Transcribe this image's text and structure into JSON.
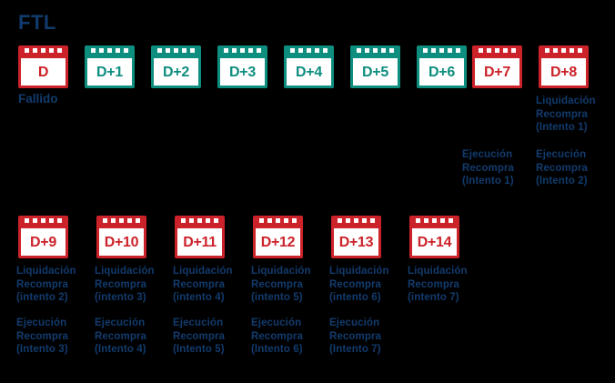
{
  "diagram": {
    "title": "FTL",
    "background_color": "#000000",
    "colors": {
      "fail_red": "#CC2229",
      "ok_teal": "#0E8E7F",
      "label_navy": "#123B6D",
      "chip_fill": "#FFFFFF"
    },
    "status_label": "Fallido",
    "rows": [
      {
        "name": "row-1",
        "days": [
          {
            "day": "D",
            "state": "red",
            "liquidacion": "",
            "ejecucion": ""
          },
          {
            "day": "D+1",
            "state": "teal",
            "liquidacion": "",
            "ejecucion": ""
          },
          {
            "day": "D+2",
            "state": "teal",
            "liquidacion": "",
            "ejecucion": ""
          },
          {
            "day": "D+3",
            "state": "teal",
            "liquidacion": "",
            "ejecucion": ""
          },
          {
            "day": "D+4",
            "state": "teal",
            "liquidacion": "",
            "ejecucion": ""
          },
          {
            "day": "D+5",
            "state": "teal",
            "liquidacion": "",
            "ejecucion": ""
          },
          {
            "day": "D+6",
            "state": "teal",
            "liquidacion": "",
            "ejecucion": ""
          },
          {
            "day": "D+7",
            "state": "red",
            "liquidacion": "",
            "ejecucion": "Ejecución\nRecompra\n(Intento 1)"
          },
          {
            "day": "D+8",
            "state": "red",
            "liquidacion": "Liquidación\nRecompra\n(Intento 1)",
            "ejecucion": "Ejecución\nRecompra\n(Intento 2)"
          }
        ]
      },
      {
        "name": "row-2",
        "days": [
          {
            "day": "D+9",
            "state": "red",
            "liquidacion": "Liquidación\nRecompra\n(intento 2)",
            "ejecucion": "Ejecución\nRecompra\n(Intento 3)"
          },
          {
            "day": "D+10",
            "state": "red",
            "liquidacion": "Liquidación\nRecompra\n(intento 3)",
            "ejecucion": "Ejecución\nRecompra\n(Intento 4)"
          },
          {
            "day": "D+11",
            "state": "red",
            "liquidacion": "Liquidación\nRecompra\n(intento 4)",
            "ejecucion": "Ejecución\nRecompra\n(Intento 5)"
          },
          {
            "day": "D+12",
            "state": "red",
            "liquidacion": "Liquidación\nRecompra\n(intento 5)",
            "ejecucion": "Ejecución\nRecompra\n(Intento 6)"
          },
          {
            "day": "D+13",
            "state": "red",
            "liquidacion": "Liquidación\nRecompra\n(intento 6)",
            "ejecucion": "Ejecución\nRecompra\n(Intento 7)"
          },
          {
            "day": "D+14",
            "state": "red",
            "liquidacion": "Liquidación\nRecompra\n(intento 7)",
            "ejecucion": ""
          }
        ]
      }
    ]
  }
}
